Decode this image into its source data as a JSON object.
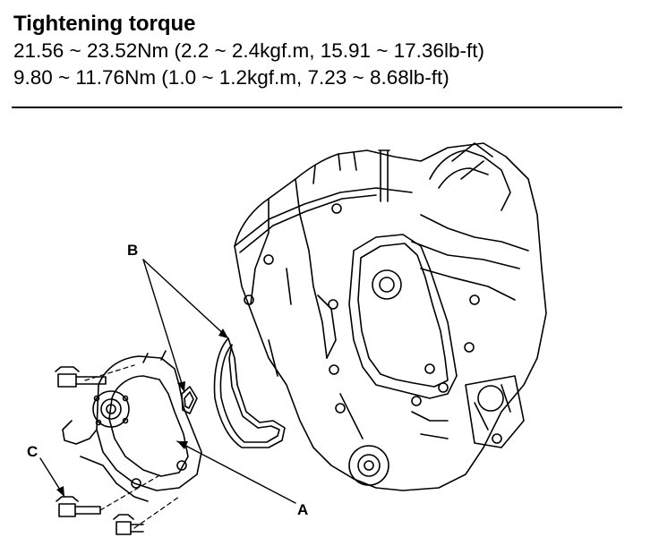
{
  "torque": {
    "title": "Tightening torque",
    "lines": [
      "21.56 ~ 23.52Nm (2.2 ~ 2.4kgf.m, 15.91 ~ 17.36lb-ft)",
      "9.80 ~ 11.76Nm (1.0 ~ 1.2kgf.m, 7.23 ~ 8.68lb-ft)"
    ]
  },
  "callouts": {
    "a": "A",
    "b": "B",
    "c": "C"
  }
}
